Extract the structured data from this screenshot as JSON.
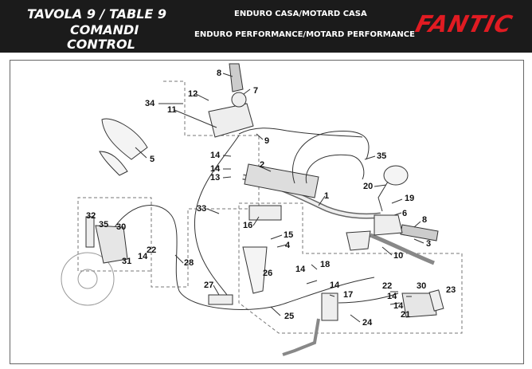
{
  "header": {
    "title": "TAVOLA 9  /  TABLE 9",
    "subtitle_1": "COMANDI",
    "subtitle_2": "CONTROL",
    "model_line_1": "ENDURO CASA/MOTARD CASA",
    "model_line_2": "ENDURO PERFORMANCE/MOTARD PERFORMANCE",
    "brand": "FANTIC",
    "brand_color": "#e01b22"
  },
  "callouts": [
    {
      "id": "c8a",
      "text": "8"
    },
    {
      "id": "c7",
      "text": "7"
    },
    {
      "id": "c12",
      "text": "12"
    },
    {
      "id": "c34",
      "text": "34"
    },
    {
      "id": "c11",
      "text": "11"
    },
    {
      "id": "c9",
      "text": "9"
    },
    {
      "id": "c5",
      "text": "5"
    },
    {
      "id": "c14a",
      "text": "14"
    },
    {
      "id": "c14b",
      "text": "14"
    },
    {
      "id": "c13",
      "text": "13"
    },
    {
      "id": "c2",
      "text": "2"
    },
    {
      "id": "c35a",
      "text": "35"
    },
    {
      "id": "c20",
      "text": "20"
    },
    {
      "id": "c19",
      "text": "19"
    },
    {
      "id": "c1",
      "text": "1"
    },
    {
      "id": "c6",
      "text": "6"
    },
    {
      "id": "c8b",
      "text": "8"
    },
    {
      "id": "c3",
      "text": "3"
    },
    {
      "id": "c33",
      "text": "33"
    },
    {
      "id": "c16",
      "text": "16"
    },
    {
      "id": "c15",
      "text": "15"
    },
    {
      "id": "c4",
      "text": "4"
    },
    {
      "id": "c10",
      "text": "10"
    },
    {
      "id": "c32",
      "text": "32"
    },
    {
      "id": "c35b",
      "text": "35"
    },
    {
      "id": "c30a",
      "text": "30"
    },
    {
      "id": "c14c",
      "text": "14"
    },
    {
      "id": "c22a",
      "text": "22"
    },
    {
      "id": "c31",
      "text": "31"
    },
    {
      "id": "c28",
      "text": "28"
    },
    {
      "id": "c26",
      "text": "26"
    },
    {
      "id": "c18",
      "text": "18"
    },
    {
      "id": "c14d",
      "text": "14"
    },
    {
      "id": "c14e",
      "text": "14"
    },
    {
      "id": "c27",
      "text": "27"
    },
    {
      "id": "c17",
      "text": "17"
    },
    {
      "id": "c22b",
      "text": "22"
    },
    {
      "id": "c30b",
      "text": "30"
    },
    {
      "id": "c23",
      "text": "23"
    },
    {
      "id": "c14f",
      "text": "14"
    },
    {
      "id": "c14g",
      "text": "14"
    },
    {
      "id": "c21",
      "text": "21"
    },
    {
      "id": "c25",
      "text": "25"
    },
    {
      "id": "c24",
      "text": "24"
    }
  ]
}
